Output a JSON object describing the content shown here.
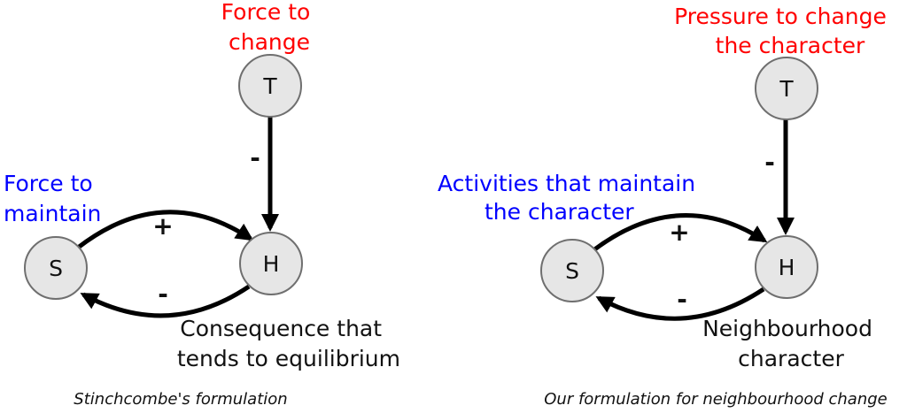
{
  "colors": {
    "red": "#ff0000",
    "blue": "#0000ff",
    "black": "#000000",
    "node_fill": "#e6e6e6"
  },
  "left": {
    "pressure_label": [
      "Force to",
      "change"
    ],
    "maintain_label": [
      "Force to",
      "maintain"
    ],
    "consequence_label": [
      "Consequence that",
      "tends to equilibrium"
    ],
    "nodes": {
      "T": "T",
      "S": "S",
      "H": "H"
    },
    "signs": {
      "t_to_h": "-",
      "s_to_h": "+",
      "h_to_s": "-"
    },
    "caption": "Stinchcombe's formulation"
  },
  "right": {
    "pressure_label": [
      "Pressure to change",
      "the character"
    ],
    "maintain_label": [
      "Activities that maintain",
      "the character"
    ],
    "consequence_label": [
      "Neighbourhood",
      "character"
    ],
    "nodes": {
      "T": "T",
      "S": "S",
      "H": "H"
    },
    "signs": {
      "t_to_h": "-",
      "s_to_h": "+",
      "h_to_s": "-"
    },
    "caption": "Our formulation for neighbourhood change"
  }
}
